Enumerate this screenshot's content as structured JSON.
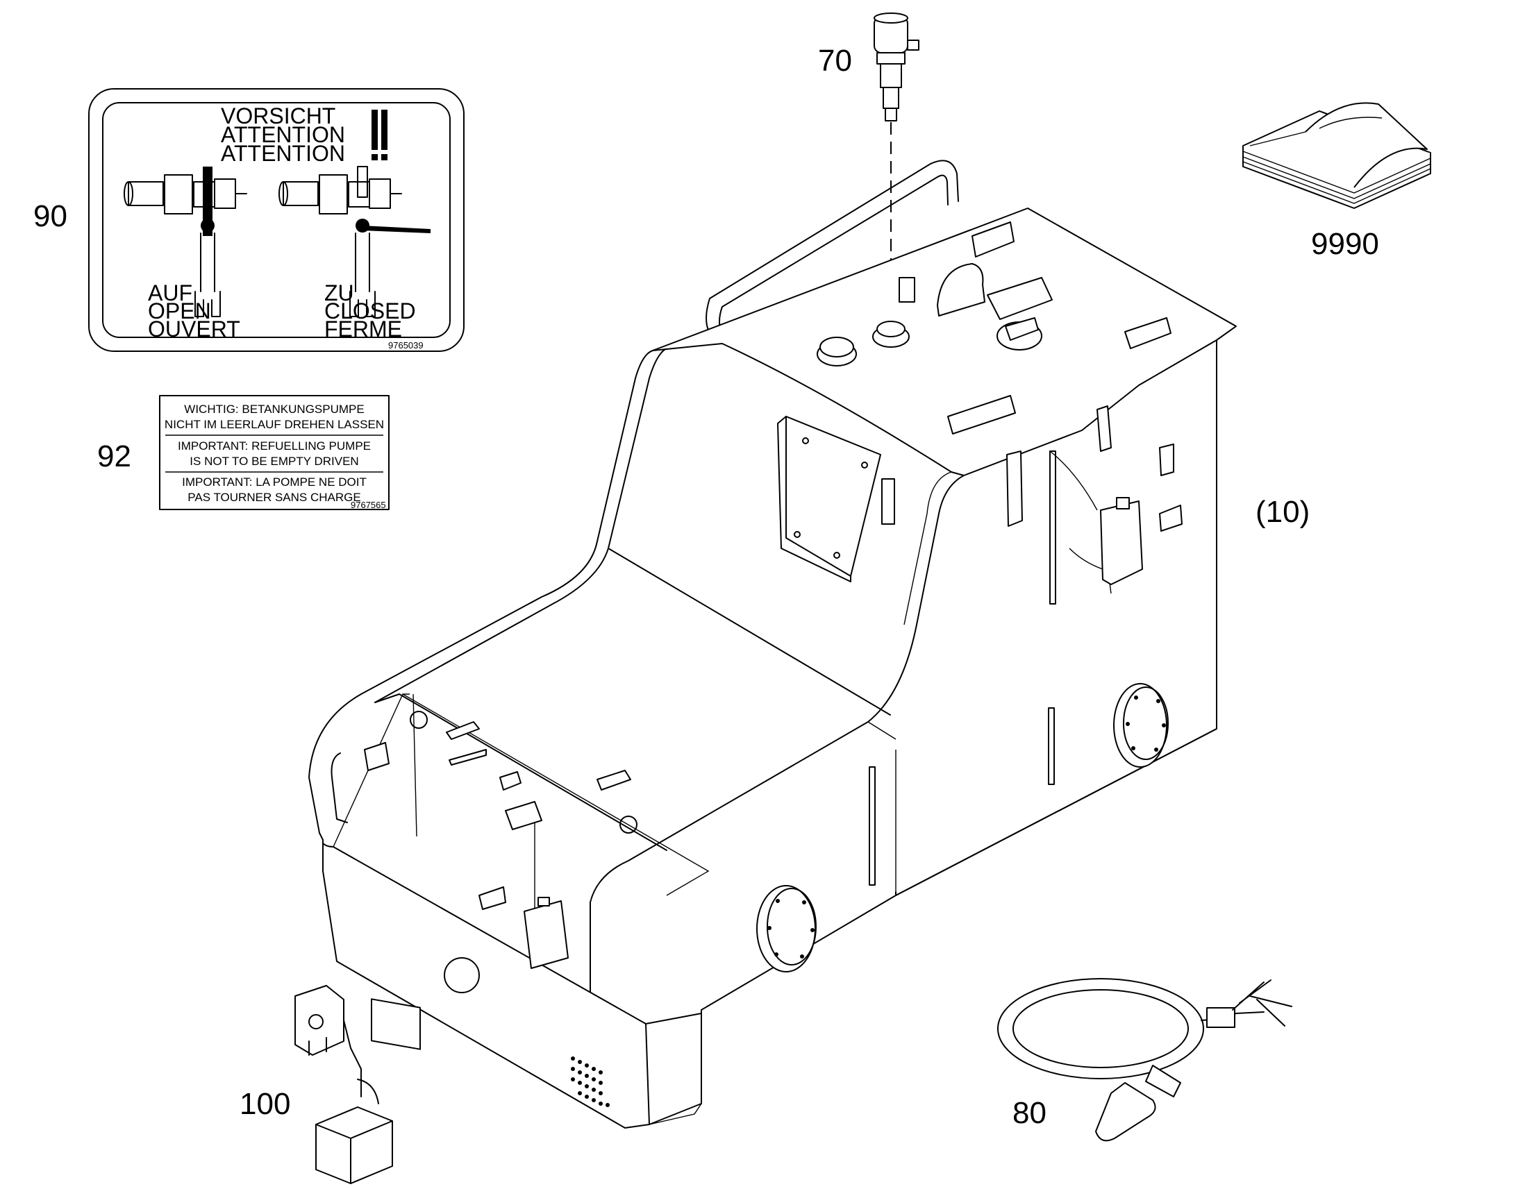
{
  "callouts": {
    "c70": "70",
    "c90": "90",
    "c92": "92",
    "c9990": "9990",
    "c10": "(10)",
    "c100": "100",
    "c80": "80"
  },
  "label90": {
    "line1": "VORSICHT",
    "line2": "ATTENTION",
    "line3": "ATTENTION",
    "left_line1": "AUF",
    "left_line2": "OPEN",
    "left_line3": "OUVERT",
    "right_line1": "ZU",
    "right_line2": "CLOSED",
    "right_line3": "FERME",
    "part_number": "9765039"
  },
  "label92": {
    "de_line1": "WICHTIG: BETANKUNGSPUMPE",
    "de_line2": "NICHT IM LEERLAUF DREHEN LASSEN",
    "en_line1": "IMPORTANT: REFUELLING PUMPE",
    "en_line2": "IS NOT TO BE EMPTY DRIVEN",
    "fr_line1": "IMPORTANT: LA POMPE NE DOIT",
    "fr_line2": "PAS TOURNER SANS CHARGE",
    "part_number": "9767565"
  }
}
